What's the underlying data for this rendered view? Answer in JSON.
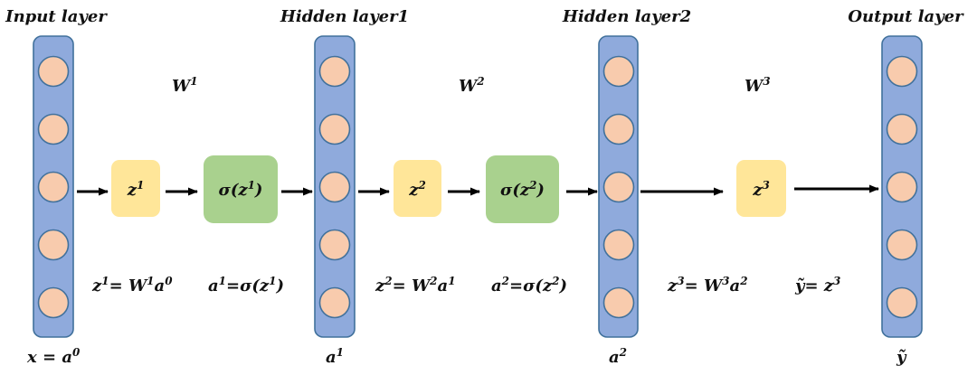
{
  "colors": {
    "layer_fill": "#8faadc",
    "neuron_fill": "#f8cbad",
    "linear_node_fill": "#ffe699",
    "activation_node_fill": "#a9d18e",
    "arrow": "#000000"
  },
  "diagram": {
    "layers": [
      {
        "title": "Input layer",
        "neurons": 5,
        "label": [
          [
            "x = a",
            "0"
          ]
        ]
      },
      {
        "title": "Hidden layer1",
        "neurons": 5,
        "label": [
          [
            "a",
            "1"
          ]
        ]
      },
      {
        "title": "Hidden layer2",
        "neurons": 5,
        "label": [
          [
            "a",
            "2"
          ]
        ]
      },
      {
        "title": "Output layer",
        "neurons": 5,
        "label": [
          [
            "ỹ",
            ""
          ]
        ]
      }
    ],
    "weights": [
      [
        [
          "W",
          "1"
        ]
      ],
      [
        [
          "W",
          "2"
        ]
      ],
      [
        [
          "W",
          "3"
        ]
      ]
    ],
    "nodes": {
      "z1": [
        [
          "z",
          "1"
        ]
      ],
      "sigma1": [
        [
          "σ(z",
          "1"
        ],
        [
          ")",
          ""
        ]
      ],
      "z2": [
        [
          "z",
          "2"
        ]
      ],
      "sigma2": [
        [
          "σ(z",
          "2"
        ],
        [
          ")",
          ""
        ]
      ],
      "z3": [
        [
          "z",
          "3"
        ]
      ]
    },
    "equations": {
      "z1": [
        [
          "z",
          "1"
        ],
        [
          "= W",
          "1"
        ],
        [
          "a",
          "0"
        ]
      ],
      "a1": [
        [
          "a",
          "1"
        ],
        [
          "=σ(z",
          "1"
        ],
        [
          ")",
          ""
        ]
      ],
      "z2": [
        [
          "z",
          "2"
        ],
        [
          "= W",
          "2"
        ],
        [
          "a",
          "1"
        ]
      ],
      "a2": [
        [
          "a",
          "2"
        ],
        [
          "=σ(z",
          "2"
        ],
        [
          ")",
          ""
        ]
      ],
      "z3": [
        [
          "z",
          "3"
        ],
        [
          "= W",
          "3"
        ],
        [
          "a",
          "2"
        ]
      ],
      "y": [
        [
          "ỹ= z",
          "3"
        ]
      ]
    }
  }
}
